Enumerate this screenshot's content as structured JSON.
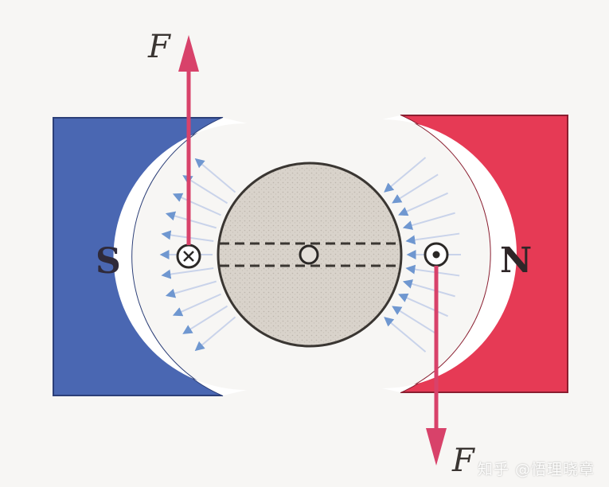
{
  "labels": {
    "left_pole": "S",
    "right_pole": "N",
    "force_top": "F",
    "force_bottom": "F"
  },
  "watermark": "知乎 @悟理晓章",
  "colors": {
    "south_magnet": "#4a67b2",
    "north_magnet": "#e63a55",
    "force_arrow": "#d8426a",
    "field_arrow_head": "#6f97d0",
    "field_line": "#c9d3ea",
    "armature": "#d6d0c8",
    "gap_background": "#ffffff"
  },
  "icons": {
    "left_conductor": "cross-current-icon",
    "right_conductor": "dot-current-icon",
    "center_axle": "axle-circle-icon"
  }
}
